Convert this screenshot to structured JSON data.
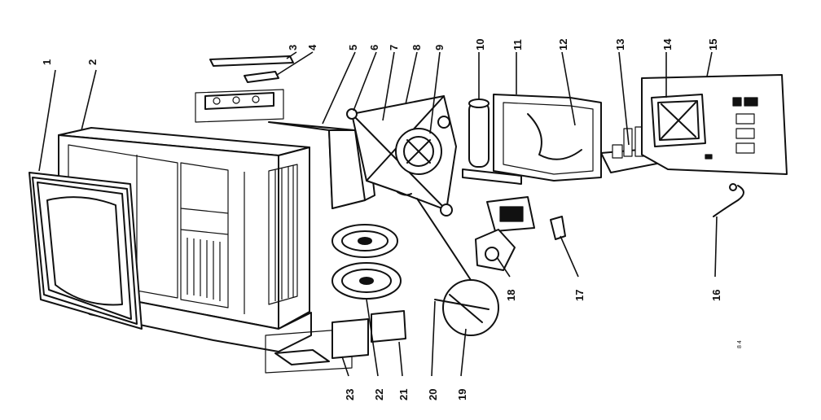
{
  "figure": {
    "callouts": [
      {
        "id": "part-1",
        "text": "1"
      },
      {
        "id": "part-2",
        "text": "2"
      },
      {
        "id": "part-3",
        "text": "3"
      },
      {
        "id": "part-4",
        "text": "4"
      },
      {
        "id": "part-5",
        "text": "5"
      },
      {
        "id": "part-6",
        "text": "6"
      },
      {
        "id": "part-7",
        "text": "7"
      },
      {
        "id": "part-8",
        "text": "8"
      },
      {
        "id": "part-9",
        "text": "9"
      },
      {
        "id": "part-10",
        "text": "10"
      },
      {
        "id": "part-11",
        "text": "11"
      },
      {
        "id": "part-12",
        "text": "12"
      },
      {
        "id": "part-13",
        "text": "13"
      },
      {
        "id": "part-14",
        "text": "14"
      },
      {
        "id": "part-15",
        "text": "15"
      },
      {
        "id": "part-16",
        "text": "16"
      },
      {
        "id": "part-17",
        "text": "17"
      },
      {
        "id": "part-18",
        "text": "18"
      },
      {
        "id": "part-19",
        "text": "19"
      },
      {
        "id": "part-20",
        "text": "20"
      },
      {
        "id": "part-21",
        "text": "21"
      },
      {
        "id": "part-22",
        "text": "22"
      },
      {
        "id": "part-23",
        "text": "23"
      }
    ],
    "footnote": "8 4"
  }
}
